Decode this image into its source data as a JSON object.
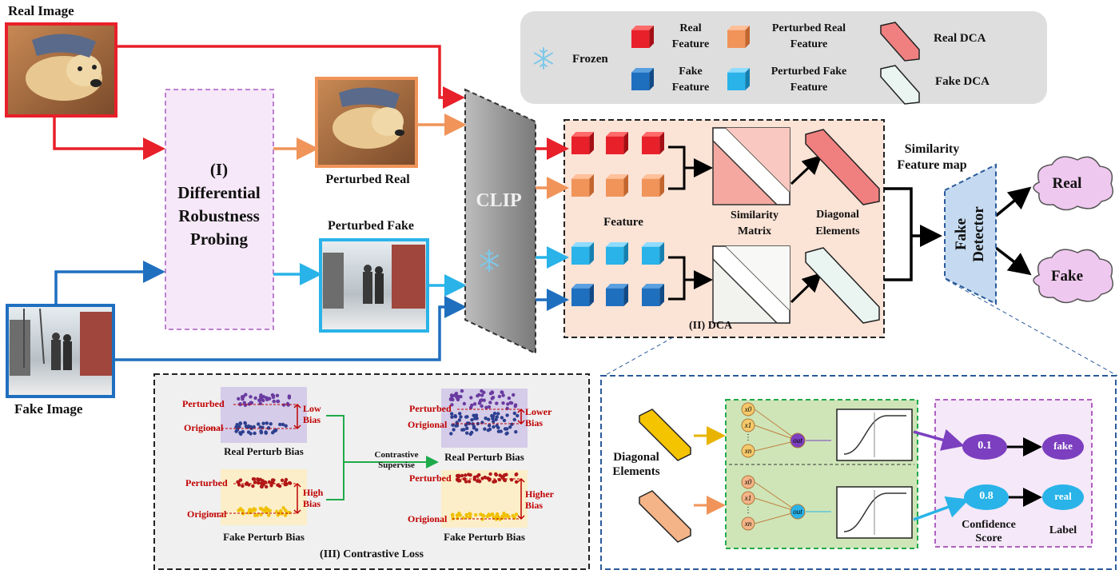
{
  "inputs": {
    "real_image": "Real Image",
    "fake_image": "Fake Image",
    "perturbed_real": "Perturbed Real",
    "perturbed_fake": "Perturbed Fake"
  },
  "probing": {
    "line1": "(I)",
    "line2": "Differential",
    "line3": "Robustness",
    "line4": "Probing"
  },
  "clip": {
    "label": "CLIP"
  },
  "legend": {
    "frozen": "Frozen",
    "real_feature": [
      "Real",
      "Feature"
    ],
    "fake_feature": [
      "Fake",
      "Feature"
    ],
    "perturbed_real_feature": [
      "Perturbed Real",
      "Feature"
    ],
    "perturbed_fake_feature": [
      "Perturbed Fake",
      "Feature"
    ],
    "real_dca": "Real DCA",
    "fake_dca": "Fake DCA"
  },
  "dca": {
    "feature": "Feature",
    "similarity_matrix": [
      "Similarity",
      "Matrix"
    ],
    "diagonal_elements": [
      "Diagonal",
      "Elements"
    ],
    "caption": "(II)  DCA"
  },
  "similarity_feature_map": [
    "Similarity",
    "Feature map"
  ],
  "detector": {
    "line1": "Fake",
    "line2": "Detector"
  },
  "outputs": {
    "real": "Real",
    "fake": "Fake"
  },
  "contrastive": {
    "caption": "(III) Contrastive Loss",
    "perturbed": "Perturbed",
    "origional": "Origional",
    "low_bias": [
      "Low",
      "Bias"
    ],
    "high_bias": [
      "High",
      "Bias"
    ],
    "lower_bias": [
      "Lower",
      "Bias"
    ],
    "higher_bias": [
      "Higher",
      "Bias"
    ],
    "real_perturb_bias": "Real Perturb Bias",
    "fake_perturb_bias": "Fake Perturb Bias",
    "contrastive_supervise": [
      "Contrastive",
      "Supervise"
    ]
  },
  "detail": {
    "diagonal_elements": [
      "Diagonal",
      "Elements"
    ],
    "nodes": [
      "x0",
      "x1",
      "xn",
      "out"
    ],
    "score_fake": "0.1",
    "score_real": "0.8",
    "label_fake": "fake",
    "label_real": "real",
    "confidence_score": [
      "Confidence",
      "Score"
    ],
    "label": "Label"
  },
  "colors": {
    "real_red": "#e8202a",
    "perturbed_orange": "#f0945a",
    "fake_blue": "#1f6fbf",
    "perturbed_cyan": "#29b3e8",
    "purple": "#7b3fbf",
    "green_panel": "#cfe5b8",
    "dca_panel": "#fbe3d6"
  }
}
